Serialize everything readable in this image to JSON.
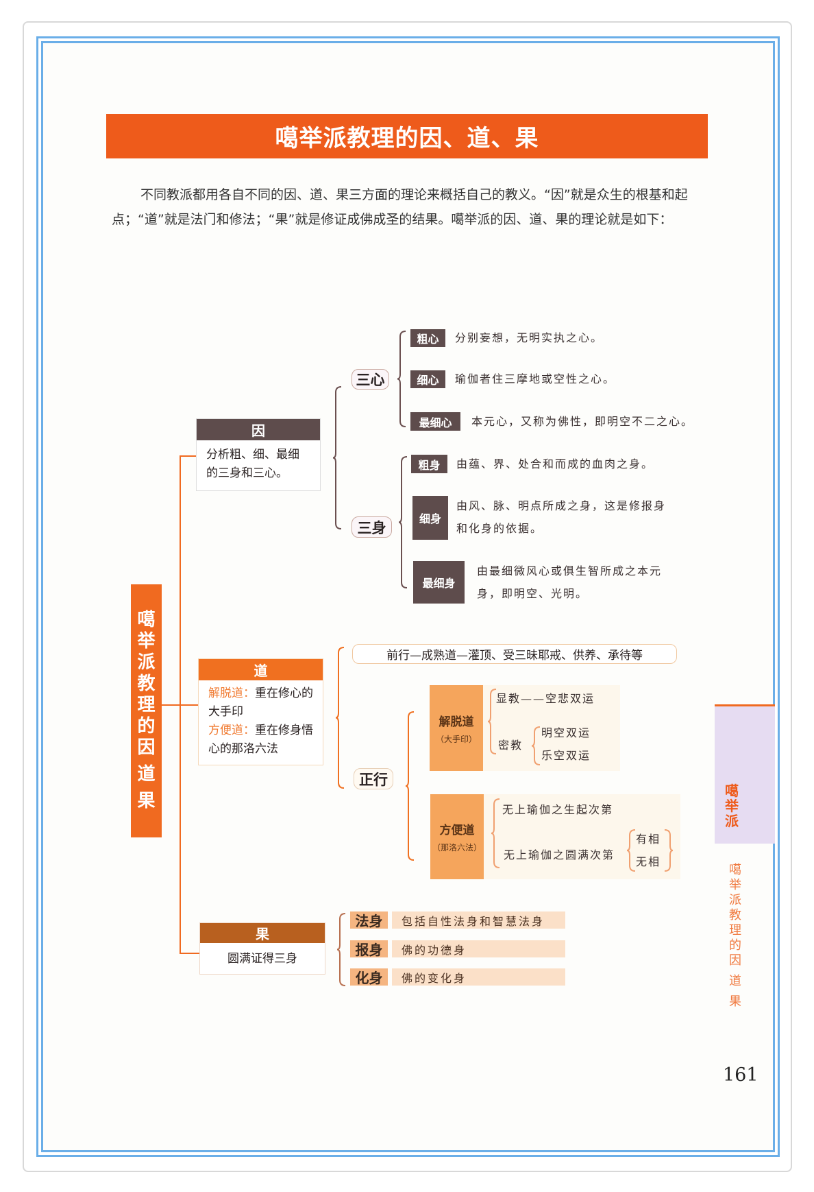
{
  "title": "噶举派教理的因、道、果",
  "intro": "不同教派都用各自不同的因、道、果三方面的理论来概括自己的教义。“因”就是众生的根基和起点；“道”就是法门和修法；“果”就是修证成佛成圣的结果。噶举派的因、道、果的理论就是如下：",
  "root_label": "噶举派教理的因 道 果",
  "cause": {
    "header": "因",
    "body": "分析粗、细、最细的三身和三心。",
    "three_minds": {
      "label": "三心",
      "items": [
        {
          "label": "粗心",
          "text": "分别妄想，无明实执之心。"
        },
        {
          "label": "细心",
          "text": "瑜伽者住三摩地或空性之心。"
        },
        {
          "label": "最细心",
          "text": "本元心，又称为佛性，即明空不二之心。"
        }
      ]
    },
    "three_bodies": {
      "label": "三身",
      "items": [
        {
          "label": "粗身",
          "text": "由蕴、界、处合和而成的血肉之身。"
        },
        {
          "label": "细身",
          "text": "由风、脉、明点所成之身，这是修报身和化身的依据。"
        },
        {
          "label": "最细身",
          "text": "由最细微风心或俱生智所成之本元身，即明空、光明。"
        }
      ]
    }
  },
  "path": {
    "header": "道",
    "liberation_label": "解脱道：",
    "liberation_text": "重在修心的大手印",
    "method_label": "方便道：",
    "method_text": "重在修身悟心的那洛六法",
    "preliminary": "前行—成熟道—灌顶、受三昧耶戒、供养、承待等",
    "main_label": "正行",
    "liberation": {
      "title": "解脱道",
      "sub": "（大手印）",
      "exoteric": "显教——空悲双运",
      "esoteric": "密教",
      "esoteric_items": [
        "明空双运",
        "乐空双运"
      ]
    },
    "method": {
      "title": "方便道",
      "sub": "（那洛六法）",
      "generation": "无上瑜伽之生起次第",
      "completion": "无上瑜伽之圆满次第",
      "completion_items": [
        "有相",
        "无相"
      ]
    }
  },
  "fruit": {
    "header": "果",
    "body": "圆满证得三身",
    "items": [
      {
        "label": "法身",
        "text": "包括自性法身和智慧法身"
      },
      {
        "label": "报身",
        "text": "佛的功德身"
      },
      {
        "label": "化身",
        "text": "佛的变化身"
      }
    ]
  },
  "side_tab": "噶举派",
  "side_caption": "噶举派教理的因 道 果",
  "page_number": "161",
  "colors": {
    "orange": "#ee5b1b",
    "dark": "#5e4c4c",
    "peach": "#f5a55c",
    "blue": "#6aaee8",
    "lavender": "#e6dcf2"
  }
}
